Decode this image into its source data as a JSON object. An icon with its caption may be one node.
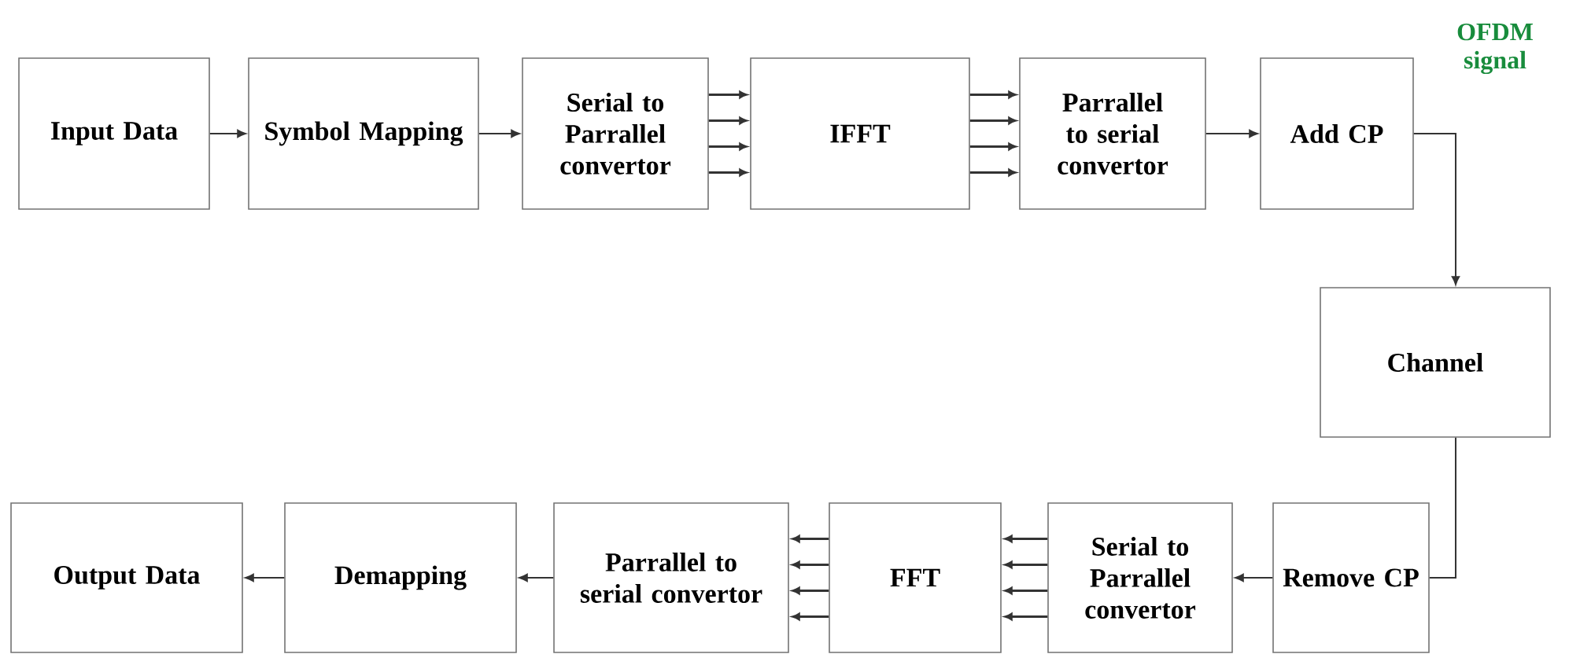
{
  "diagram": {
    "nodes": [
      {
        "text": [
          "Input Data"
        ]
      },
      {
        "text": [
          "Symbol Mapping"
        ]
      },
      {
        "text": [
          "Serial to Parrallel convertor"
        ]
      },
      {
        "text": [
          "IFFT"
        ]
      },
      {
        "text": [
          "Parrallel to serial convertor"
        ]
      },
      {
        "text": [
          "Add CP"
        ]
      },
      {
        "text": [
          "Channel"
        ]
      },
      {
        "text": [
          "Remove CP"
        ]
      },
      {
        "text": [
          "Serial to Parrallel convertor"
        ]
      },
      {
        "text": [
          "FFT"
        ]
      },
      {
        "text": [
          "Parrallel to serial convertor"
        ]
      },
      {
        "text": [
          "Demapping"
        ]
      },
      {
        "text": [
          "Output Data"
        ]
      }
    ],
    "edges": [
      {
        "from": 0,
        "to": 1,
        "arrow": "to"
      },
      {
        "from": 1,
        "to": 2,
        "arrow": "to"
      },
      {
        "from": 2,
        "to": 3,
        "arrow": "to"
      },
      {
        "from": 2,
        "to": 3,
        "arrow": "to"
      },
      {
        "from": 2,
        "to": 3,
        "arrow": "to"
      },
      {
        "from": 2,
        "to": 3,
        "arrow": "to"
      },
      {
        "from": 3,
        "to": 4,
        "arrow": "to"
      },
      {
        "from": 3,
        "to": 4,
        "arrow": "to"
      },
      {
        "from": 3,
        "to": 4,
        "arrow": "to"
      },
      {
        "from": 3,
        "to": 4,
        "arrow": "to"
      },
      {
        "from": 4,
        "to": 5,
        "arrow": "to"
      },
      {
        "from": 5,
        "to": 6,
        "arrow": "to"
      },
      {
        "from": 6,
        "to": 7,
        "arrow": "none"
      },
      {
        "from": 7,
        "to": 8,
        "arrow": "to"
      },
      {
        "from": 8,
        "to": 9,
        "arrow": "to"
      },
      {
        "from": 8,
        "to": 9,
        "arrow": "to"
      },
      {
        "from": 8,
        "to": 9,
        "arrow": "to"
      },
      {
        "from": 8,
        "to": 9,
        "arrow": "to"
      },
      {
        "from": 9,
        "to": 10,
        "arrow": "to"
      },
      {
        "from": 9,
        "to": 10,
        "arrow": "to"
      },
      {
        "from": 9,
        "to": 10,
        "arrow": "to"
      },
      {
        "from": 9,
        "to": 10,
        "arrow": "to"
      },
      {
        "from": 10,
        "to": 11,
        "arrow": "to"
      },
      {
        "from": 11,
        "to": 12,
        "arrow": "to"
      }
    ],
    "labels": [
      "OFDM signal"
    ]
  }
}
